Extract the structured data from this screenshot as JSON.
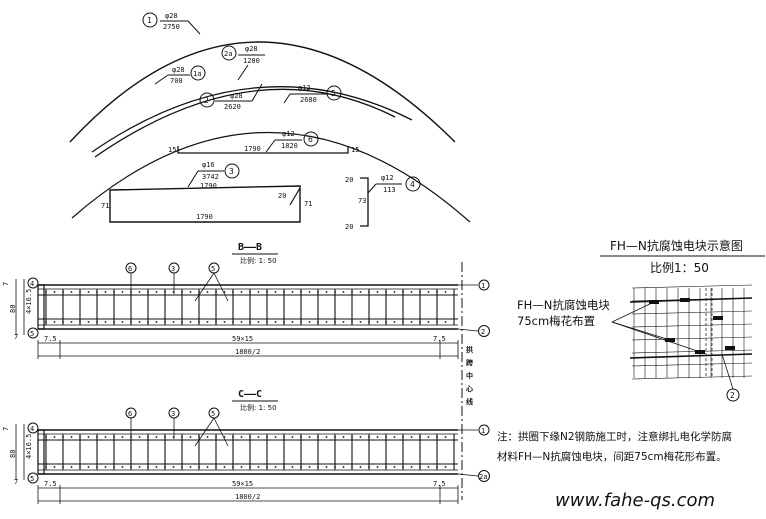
{
  "arch_bars": {
    "bar1": {
      "marker": "1",
      "dia": "φ28",
      "len": "2750"
    },
    "bar2a": {
      "marker": "2a",
      "dia": "φ28",
      "len": "1200"
    },
    "bar1a": {
      "marker": "1a",
      "dia": "φ28",
      "len": "700"
    },
    "bar2": {
      "marker": "2",
      "dia": "φ28",
      "len": "2620"
    },
    "bar5": {
      "marker": "5",
      "dia": "φ12",
      "len": "2680"
    },
    "bar6": {
      "marker": "6",
      "dia": "φ12",
      "len": "1820",
      "hook": "15",
      "span": "1790"
    },
    "bar3": {
      "marker": "3",
      "dia": "φ16",
      "len": "3742",
      "top": "1790",
      "bottom": "1790",
      "side": "71",
      "bend": "20"
    },
    "bar4": {
      "marker": "4",
      "dia": "φ12",
      "len": "113",
      "a": "20",
      "b": "73",
      "c": "20"
    }
  },
  "section_bb": {
    "title": "B——B",
    "scale": "比例: 1: 50"
  },
  "section_cc": {
    "title": "C——C",
    "scale": "比例: 1: 50"
  },
  "section_dims": {
    "left_edge": "7.5",
    "spacing": "59×15",
    "right_edge": "7.5",
    "total": "1800/2",
    "h1": "7",
    "h2": "4×16.5",
    "h3": "80",
    "h4": "7"
  },
  "section_markers": {
    "bb": {
      "m4": "4",
      "m5a": "5",
      "m6": "6",
      "m3": "3",
      "m5b": "5",
      "m1": "1",
      "m2": "2"
    },
    "cc": {
      "m4": "4",
      "m5a": "5",
      "m6": "6",
      "m3": "3",
      "m5b": "5",
      "m1": "1",
      "m2a": "2a"
    }
  },
  "centerline_label": "拱跨中心线",
  "fh_diagram": {
    "title": "FH—N抗腐蚀电块示意图",
    "scale": "比例1：50",
    "callout_1": "FH—N抗腐蚀电块",
    "callout_2": "75cm梅花布置",
    "marker": "2"
  },
  "note": {
    "line1": "注：拱圈下缘N2钢筋施工时，注意绑扎电化学防腐",
    "line2": "材料FH—N抗腐蚀电块，间距75cm梅花形布置。"
  },
  "watermark": "www.fahe-qs.com"
}
